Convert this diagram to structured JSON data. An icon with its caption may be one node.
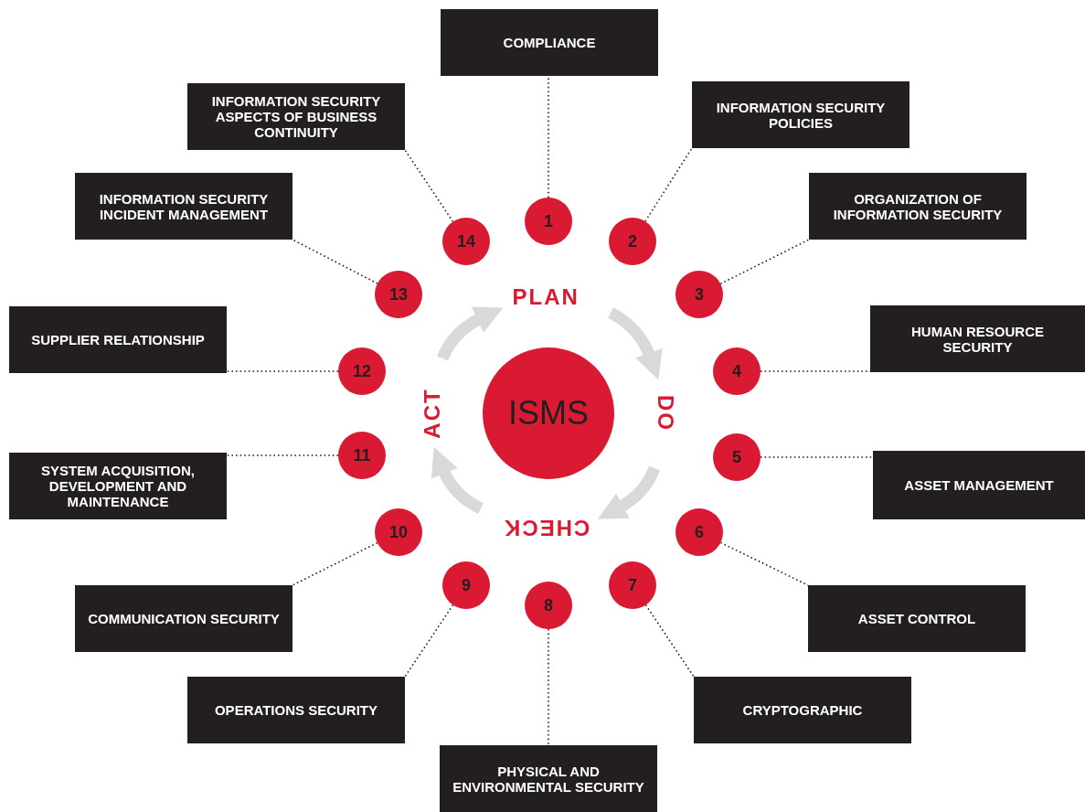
{
  "diagram": {
    "nodes": [
      {
        "text": [
          "ISMS"
        ]
      },
      {
        "text": [
          "PLAN"
        ]
      },
      {
        "text": [
          "DO"
        ]
      },
      {
        "text": [
          "CHECK"
        ]
      },
      {
        "text": [
          "ACT"
        ]
      },
      {
        "text": [
          "1"
        ]
      },
      {
        "text": [
          "2"
        ]
      },
      {
        "text": [
          "3"
        ]
      },
      {
        "text": [
          "4"
        ]
      },
      {
        "text": [
          "5"
        ]
      },
      {
        "text": [
          "6"
        ]
      },
      {
        "text": [
          "7"
        ]
      },
      {
        "text": [
          "8"
        ]
      },
      {
        "text": [
          "9"
        ]
      },
      {
        "text": [
          "10"
        ]
      },
      {
        "text": [
          "11"
        ]
      },
      {
        "text": [
          "12"
        ]
      },
      {
        "text": [
          "13"
        ]
      },
      {
        "text": [
          "14"
        ]
      },
      {
        "text": [
          "COMPLIANCE"
        ]
      },
      {
        "text": [
          "INFORMATION SECURITY POLICIES"
        ]
      },
      {
        "text": [
          "ORGANIZATION OF INFORMATION SECURITY"
        ]
      },
      {
        "text": [
          "HUMAN RESOURCE SECURITY"
        ]
      },
      {
        "text": [
          "ASSET MANAGEMENT"
        ]
      },
      {
        "text": [
          "ASSET CONTROL"
        ]
      },
      {
        "text": [
          "CRYPTOGRAPHIC"
        ]
      },
      {
        "text": [
          "PHYSICAL AND ENVIRONMENTAL SECURITY"
        ]
      },
      {
        "text": [
          "OPERATIONS SECURITY"
        ]
      },
      {
        "text": [
          "COMMUNICATION SECURITY"
        ]
      },
      {
        "text": [
          "SYSTEM ACQUISITION, DEVELOPMENT AND MAINTENANCE"
        ]
      },
      {
        "text": [
          "SUPPLIER RELATIONSHIP"
        ]
      },
      {
        "text": [
          "INFORMATION SECURITY INCIDENT MANAGEMENT"
        ]
      },
      {
        "text": [
          "INFORMATION SECURITY ASPECTS OF BUSINESS CONTINUITY"
        ]
      }
    ],
    "edges": [
      {
        "from": 1,
        "to": 2,
        "arrow": "to",
        "style": "thick",
        "color": "#d9d9d9"
      },
      {
        "from": 2,
        "to": 3,
        "arrow": "to",
        "style": "thick",
        "color": "#d9d9d9"
      },
      {
        "from": 3,
        "to": 4,
        "arrow": "to",
        "style": "thick",
        "color": "#d9d9d9"
      },
      {
        "from": 4,
        "to": 1,
        "arrow": "to",
        "style": "thick",
        "color": "#d9d9d9"
      },
      {
        "from": 5,
        "to": 19,
        "arrow": "none",
        "style": "dashed"
      },
      {
        "from": 6,
        "to": 20,
        "arrow": "none",
        "style": "dashed"
      },
      {
        "from": 7,
        "to": 21,
        "arrow": "none",
        "style": "dashed"
      },
      {
        "from": 8,
        "to": 22,
        "arrow": "none",
        "style": "dashed"
      },
      {
        "from": 9,
        "to": 23,
        "arrow": "none",
        "style": "dashed"
      },
      {
        "from": 10,
        "to": 24,
        "arrow": "none",
        "style": "dashed"
      },
      {
        "from": 11,
        "to": 25,
        "arrow": "none",
        "style": "dashed"
      },
      {
        "from": 12,
        "to": 26,
        "arrow": "none",
        "style": "dashed"
      },
      {
        "from": 13,
        "to": 27,
        "arrow": "none",
        "style": "dashed"
      },
      {
        "from": 14,
        "to": 28,
        "arrow": "none",
        "style": "dashed"
      },
      {
        "from": 15,
        "to": 29,
        "arrow": "none",
        "style": "dashed"
      },
      {
        "from": 16,
        "to": 30,
        "arrow": "none",
        "style": "dashed"
      },
      {
        "from": 17,
        "to": 31,
        "arrow": "none",
        "style": "dashed"
      },
      {
        "from": 18,
        "to": 32,
        "arrow": "none",
        "style": "dashed"
      }
    ]
  }
}
